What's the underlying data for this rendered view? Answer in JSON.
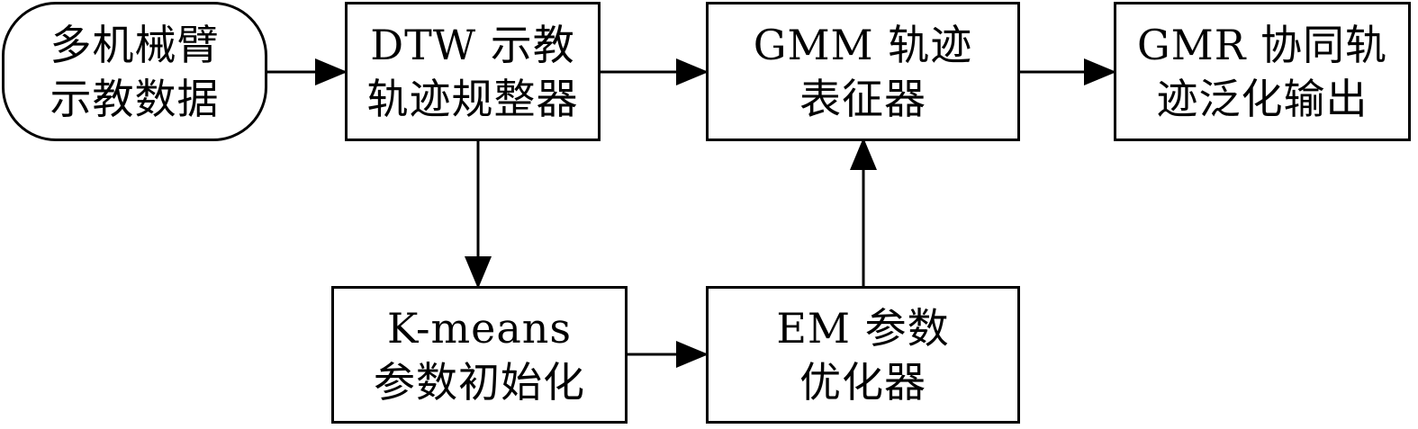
{
  "nodes": {
    "source": {
      "line1": "多机械臂",
      "line2": "示教数据"
    },
    "dtw": {
      "line1": "DTW 示教",
      "line2": "轨迹规整器"
    },
    "gmm": {
      "line1": "GMM 轨迹",
      "line2": "表征器"
    },
    "gmr": {
      "line1": "GMR 协同轨",
      "line2": "迹泛化输出"
    },
    "kmeans": {
      "line1": "K-means",
      "line2": "参数初始化"
    },
    "em": {
      "line1": "EM 参数",
      "line2": "优化器"
    }
  },
  "edges": [
    {
      "from": "source",
      "to": "dtw"
    },
    {
      "from": "dtw",
      "to": "gmm"
    },
    {
      "from": "gmm",
      "to": "gmr"
    },
    {
      "from": "dtw",
      "to": "kmeans"
    },
    {
      "from": "kmeans",
      "to": "em"
    },
    {
      "from": "em",
      "to": "gmm"
    }
  ],
  "colors": {
    "stroke": "#000000",
    "fill": "#ffffff"
  }
}
